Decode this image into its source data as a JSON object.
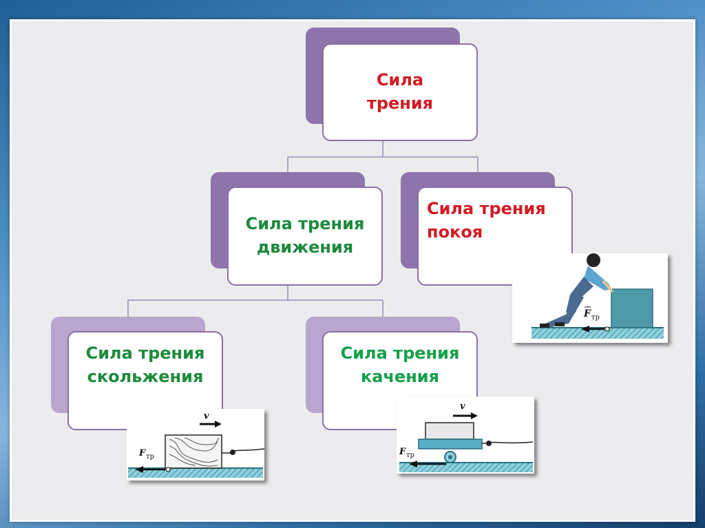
{
  "nodes": {
    "root": {
      "line1": "Сила",
      "line2": "трения"
    },
    "motion": {
      "line1": "Сила трения",
      "line2": "движения"
    },
    "rest": {
      "line1": "Сила трения",
      "line2": "покоя"
    },
    "sliding": {
      "line1": "Сила трения",
      "line2": "скольжения"
    },
    "rolling": {
      "line1": "Сила трения",
      "line2": "качения"
    }
  },
  "labels": {
    "f": "F",
    "f_sub": "тр",
    "v": "v"
  },
  "colors": {
    "back_dark": "#8d74ab",
    "back_light": "#b9a6cf",
    "border": "#8a6fa6",
    "red_text": "#d01c24",
    "green_text": "#14a04a",
    "ground": "#5ab0c4",
    "box": "#4f9aa8"
  }
}
